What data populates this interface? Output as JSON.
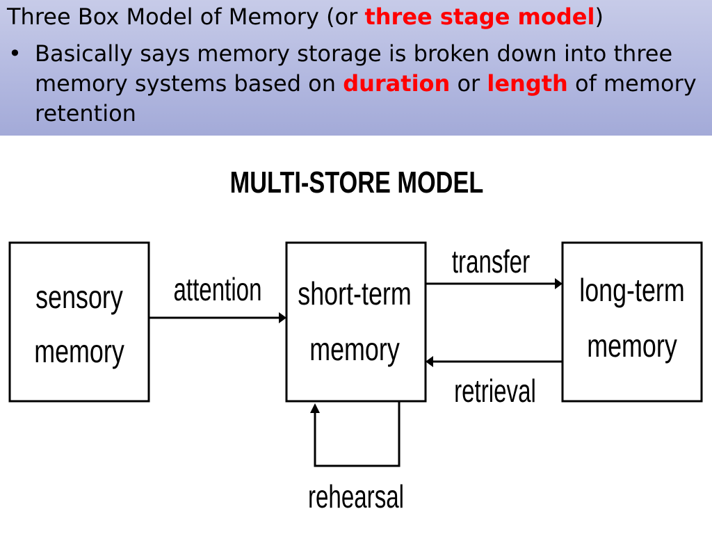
{
  "slide": {
    "title": {
      "prefix": "Three Box Model of Memory (or ",
      "highlight": "three stage model",
      "suffix": ")"
    },
    "bullet": {
      "marker": "•",
      "text_1": "Basically says memory storage is broken down into three memory systems based on ",
      "highlight_1": "duration",
      "text_2": " or ",
      "highlight_2": "length",
      "text_3": " of memory retention"
    },
    "colors": {
      "highlight": "#ff0000",
      "header_top": "#c7cbe8",
      "header_bottom": "#a3aad8"
    }
  },
  "diagram": {
    "title": "MULTI-STORE MODEL",
    "boxes": {
      "sensory": {
        "line1": "sensory",
        "line2": "memory"
      },
      "short_term": {
        "line1": "short-term",
        "line2": "memory"
      },
      "long_term": {
        "line1": "long-term",
        "line2": "memory"
      }
    },
    "arrows": {
      "attention": "attention",
      "transfer": "transfer",
      "retrieval": "retrieval",
      "rehearsal": "rehearsal"
    }
  }
}
